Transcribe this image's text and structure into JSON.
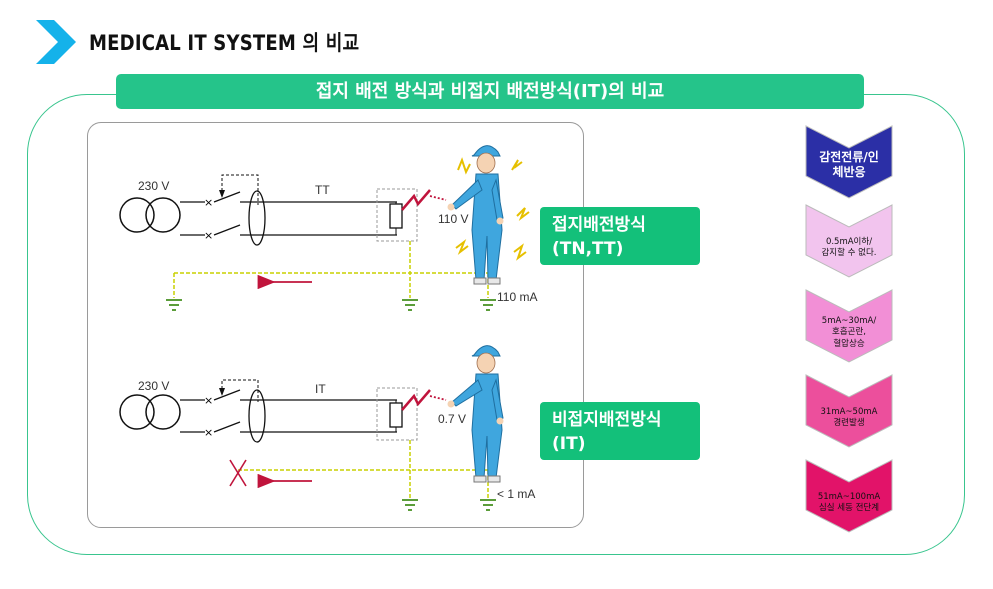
{
  "header": {
    "title": "MEDICAL IT SYSTEM 의 비교"
  },
  "banner": {
    "text": "접지 배전 방식과 비접지 배전방식(IT)의 비교"
  },
  "diagram_tt": {
    "voltage": "230 V",
    "system": "TT",
    "touch_voltage": "110 V",
    "current": "110 mA"
  },
  "diagram_it": {
    "voltage": "230 V",
    "system": "IT",
    "touch_voltage": "0.7 V",
    "current": "< 1 mA"
  },
  "labels": {
    "tn": [
      "접지배전방식",
      "(TN,TT)"
    ],
    "it": [
      "비접지배전방식",
      "(IT)"
    ]
  },
  "chevrons": [
    {
      "lines": [
        "감전전류/인",
        "체반응"
      ],
      "color": "#2b2fa6",
      "text_color": "#ffffff"
    },
    {
      "lines": [
        "0.5mA이하/",
        "감지할 수 없다."
      ],
      "color": "#f2c4ee",
      "text_color": "#111111"
    },
    {
      "lines": [
        "5mA~30mA/",
        "호흡곤란,",
        "혈압상승"
      ],
      "color": "#f28fd6",
      "text_color": "#111111"
    },
    {
      "lines": [
        "31mA~50mA",
        "경련발생"
      ],
      "color": "#ec4f9c",
      "text_color": "#111111"
    },
    {
      "lines": [
        "51mA~100mA",
        "심실 세동 전단계"
      ],
      "color": "#e21369",
      "text_color": "#111111"
    }
  ],
  "colors": {
    "accent": "#25c48a",
    "ground": "#c8d100",
    "arrow": "#c0143c",
    "worker": "#3fa6de"
  }
}
